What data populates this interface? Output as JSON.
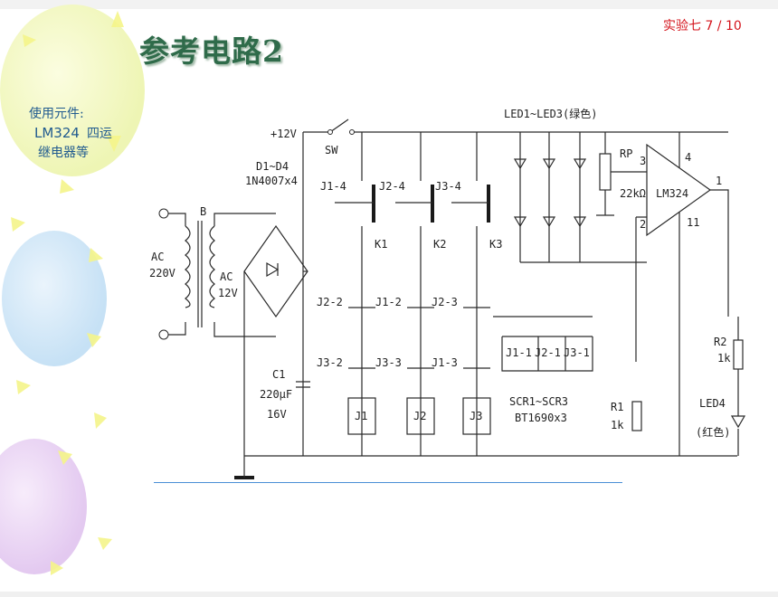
{
  "slide": {
    "title": "参考电路2",
    "page": "实验七  7 / 10",
    "components_label": "使用元件:",
    "components_chip": "LM324",
    "components_rest": "四运",
    "components_line2": "继电器等"
  },
  "circuit": {
    "supply": "+12V",
    "switch": "SW",
    "bridge": "D1~D4",
    "bridge_part": "1N4007x4",
    "transformer": "B",
    "ac_in": "AC",
    "ac_in_v": "220V",
    "ac_out": "AC",
    "ac_out_v": "12V",
    "cap": "C1",
    "cap_val": "220µF",
    "cap_v": "16V",
    "buttons": [
      "J1-4",
      "J2-4",
      "J3-4"
    ],
    "keys": [
      "K1",
      "K2",
      "K3"
    ],
    "contacts_row1": [
      "J2-2",
      "J1-2",
      "J2-3"
    ],
    "contacts_row2": [
      "J3-2",
      "J3-3",
      "J1-3"
    ],
    "relays": [
      "J1",
      "J2",
      "J3"
    ],
    "scr_contacts": [
      "J1-1",
      "J2-1",
      "J3-1"
    ],
    "scr": "SCR1~SCR3",
    "scr_part": "BT1690x3",
    "leds": "LED1~LED3(绿色)",
    "rp": "RP",
    "rp_val": "22kΩ",
    "opamp": "LM324",
    "pin_plus": "3",
    "pin_minus": "2",
    "pin_vcc": "4",
    "pin_gnd": "11",
    "pin_out": "1",
    "r1": "R1",
    "r1_val": "1k",
    "r2": "R2",
    "r2_val": "1k",
    "led4": "LED4",
    "led4_color": "(红色)"
  }
}
